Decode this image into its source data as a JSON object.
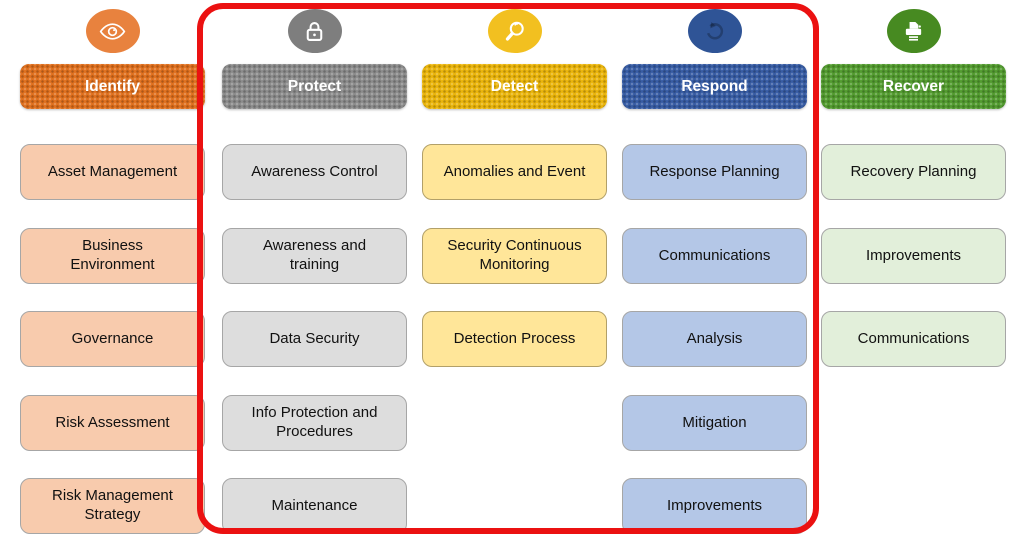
{
  "diagram": "cybersecurity-framework-functions",
  "highlight": {
    "color": "#EB1111"
  },
  "columns": [
    {
      "id": "identify",
      "label": "Identify",
      "icon": "eye-icon",
      "colors": {
        "header": "#DF701E",
        "circle": "#E8823E",
        "item_bg": "#F8CBAD",
        "item_border": "#A6A6A6"
      },
      "items": [
        "Asset Management",
        "Business\nEnvironment",
        "Governance",
        "Risk Assessment",
        "Risk Management\nStrategy"
      ]
    },
    {
      "id": "protect",
      "label": "Protect",
      "icon": "lock-icon",
      "colors": {
        "header": "#8B8B8B",
        "circle": "#7E7E7E",
        "item_bg": "#DDDDDD",
        "item_border": "#A6A6A6"
      },
      "items": [
        "Awareness Control",
        "Awareness and\ntraining",
        "Data Security",
        "Info Protection and\nProcedures",
        "Maintenance"
      ]
    },
    {
      "id": "detect",
      "label": "Detect",
      "icon": "search-icon",
      "colors": {
        "header": "#E9B40B",
        "circle": "#F2C020",
        "item_bg": "#FFE699",
        "item_border": "#B2A069"
      },
      "items": [
        "Anomalies and Event",
        "Security Continuous\nMonitoring",
        "Detection Process"
      ]
    },
    {
      "id": "respond",
      "label": "Respond",
      "icon": "history-arrow-icon",
      "colors": {
        "header": "#375CA4",
        "circle": "#2F5496",
        "item_bg": "#B4C7E7",
        "item_border": "#A6A6A6"
      },
      "items": [
        "Response Planning",
        "Communications",
        "Analysis",
        "Mitigation",
        "Improvements"
      ]
    },
    {
      "id": "recover",
      "label": "Recover",
      "icon": "printer-icon",
      "colors": {
        "header": "#529B2F",
        "circle": "#478A21",
        "item_bg": "#E2EFDA",
        "item_border": "#A6A6A6"
      },
      "items": [
        "Recovery Planning",
        "Improvements",
        "Communications"
      ]
    }
  ]
}
